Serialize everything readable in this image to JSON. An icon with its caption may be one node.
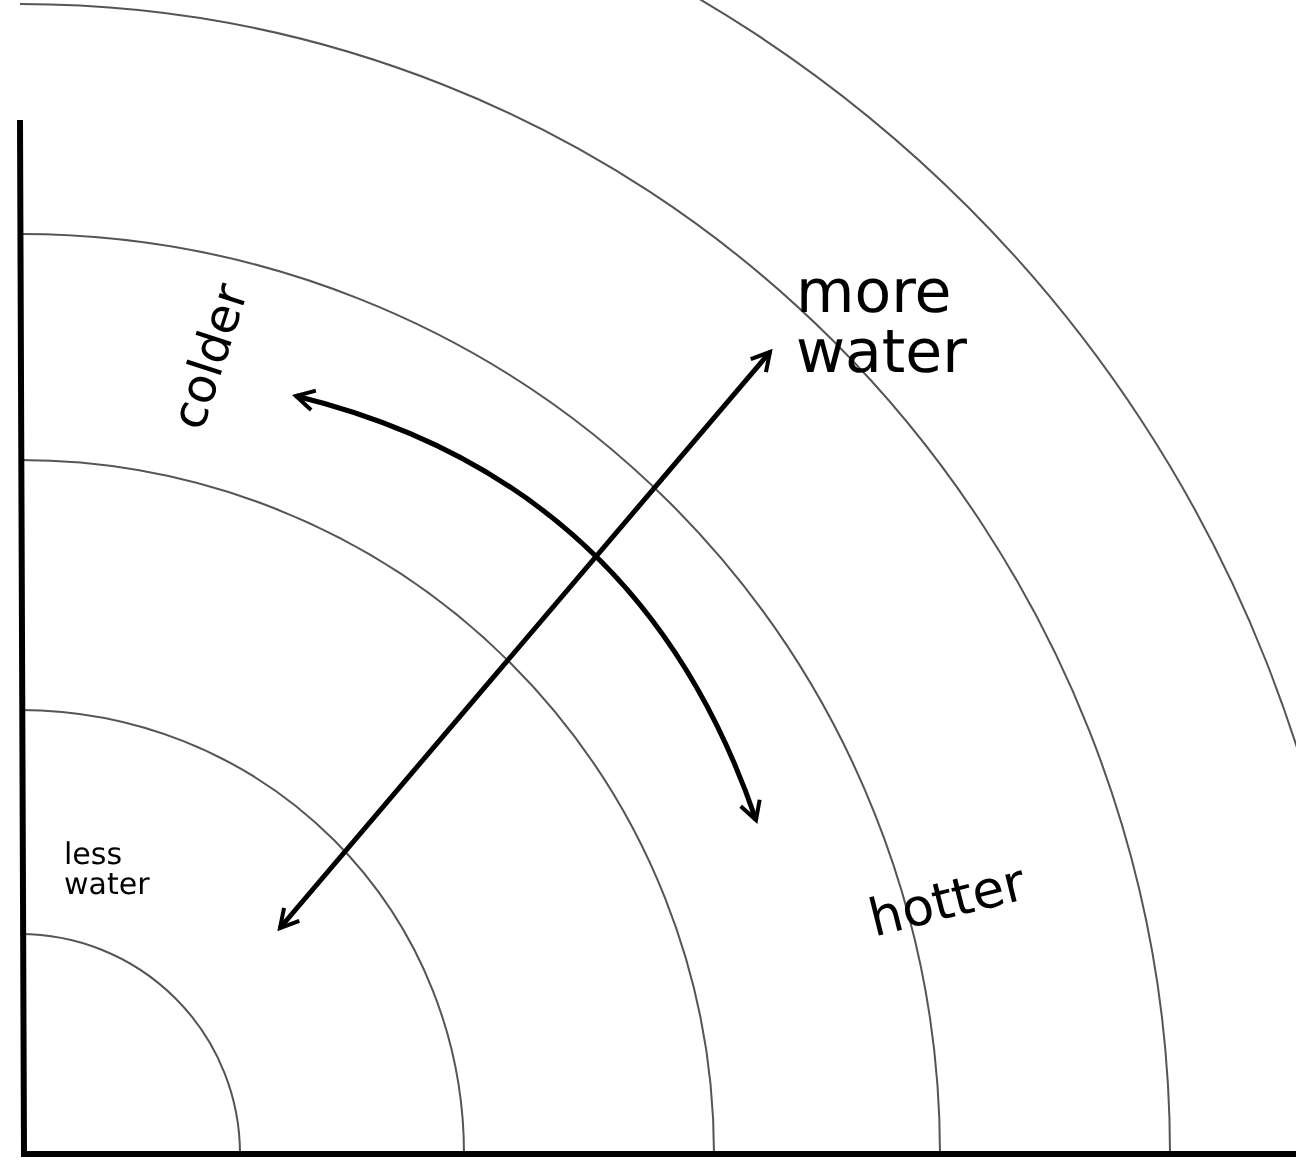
{
  "diagram": {
    "labels": [
      "colder",
      "more water",
      "hotter",
      "less water"
    ]
  }
}
